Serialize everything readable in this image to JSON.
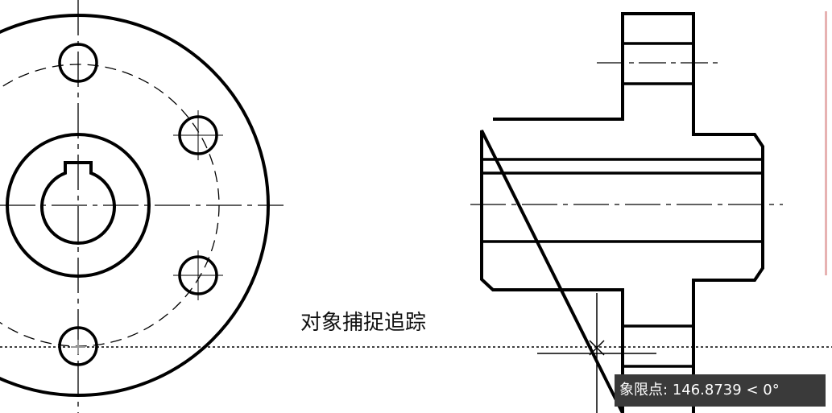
{
  "annotation": {
    "tracking_label": "对象捕捉追踪"
  },
  "tooltip": {
    "prefix": "象限点:",
    "distance": "146.8739",
    "angle": "< 0°"
  },
  "colors": {
    "geometry": "#000000",
    "tooltip_bg": "#3a3a3a",
    "tooltip_text": "#ffffff",
    "viewport_border": "#e7b2b2"
  },
  "icons": {
    "cursor": "crosshair-cursor-icon",
    "snap_marker": "quadrant-snap-marker-icon"
  }
}
